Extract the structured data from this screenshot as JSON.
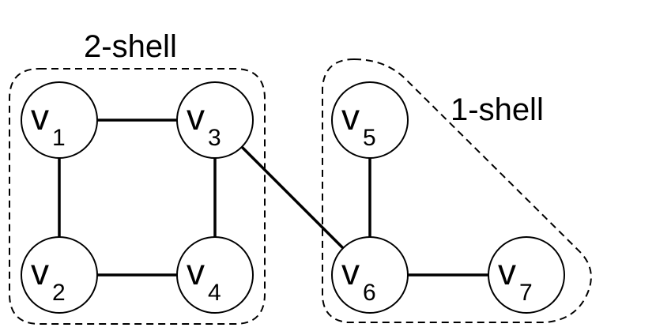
{
  "diagram": {
    "shells": [
      {
        "id": "shell-2",
        "label": "2-shell"
      },
      {
        "id": "shell-1",
        "label": "1-shell"
      }
    ],
    "nodes": [
      {
        "id": "v1",
        "letter": "v",
        "sub": "1"
      },
      {
        "id": "v2",
        "letter": "v",
        "sub": "2"
      },
      {
        "id": "v3",
        "letter": "v",
        "sub": "3"
      },
      {
        "id": "v4",
        "letter": "v",
        "sub": "4"
      },
      {
        "id": "v5",
        "letter": "v",
        "sub": "5"
      },
      {
        "id": "v6",
        "letter": "v",
        "sub": "6"
      },
      {
        "id": "v7",
        "letter": "v",
        "sub": "7"
      }
    ],
    "edges": [
      [
        "v1",
        "v3"
      ],
      [
        "v1",
        "v2"
      ],
      [
        "v2",
        "v4"
      ],
      [
        "v3",
        "v4"
      ],
      [
        "v3",
        "v6"
      ],
      [
        "v5",
        "v6"
      ],
      [
        "v6",
        "v7"
      ]
    ]
  }
}
